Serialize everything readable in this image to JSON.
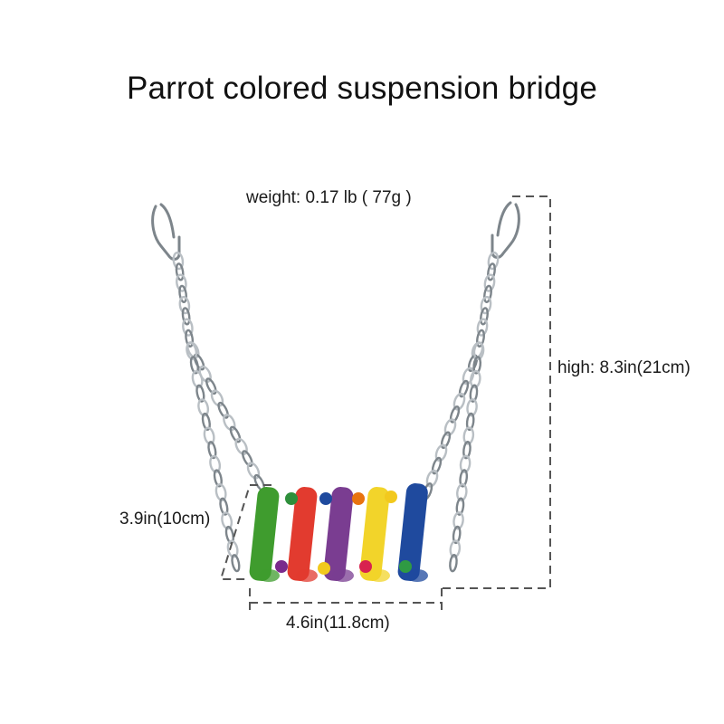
{
  "title": "Parrot colored suspension bridge",
  "labels": {
    "weight": "weight: 0.17 lb ( 77g )",
    "height": "high: 8.3in(21cm)",
    "depth": "3.9in(10cm)",
    "width": "4.6in(11.8cm)"
  },
  "colors": {
    "chain": "#b9bfc4",
    "chain_dark": "#7d858b",
    "dimension_line": "#555555",
    "planks": [
      "#3f9c2e",
      "#e23b2f",
      "#7a3d91",
      "#f2d42a",
      "#1f4a9e"
    ],
    "beads": [
      "#2e8f3b",
      "#1f4a9e",
      "#e8730f",
      "#f2c91d",
      "#7a2a8c",
      "#d8224f",
      "#2f9a43"
    ]
  },
  "icons": [
    "left-hook-icon",
    "right-hook-icon"
  ]
}
